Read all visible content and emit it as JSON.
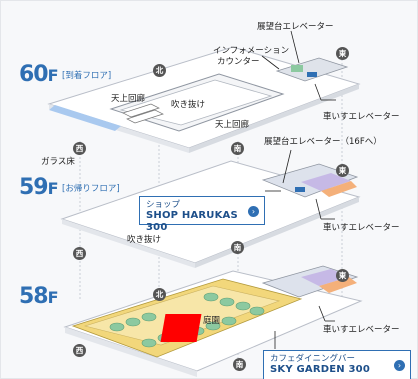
{
  "floors": {
    "f60": {
      "number": "60",
      "unit": "F",
      "subtitle": "[到着フロア]"
    },
    "f59": {
      "number": "59",
      "unit": "F",
      "subtitle": "[お帰りフロア]"
    },
    "f58": {
      "number": "58",
      "unit": "F",
      "subtitle": ""
    }
  },
  "labels": {
    "obs_elevator_60": "展望台エレベーター",
    "info_counter_line1": "インフォメーション",
    "info_counter_line2": "カウンター",
    "skywalk_60": "天上回廊",
    "atrium_60": "吹き抜け",
    "skywalk_60b": "天上回廊",
    "glass_floor": "ガラス床",
    "wheelchair_60": "車いすエレベーター",
    "obs_elevator_59": "展望台エレベーター（16Fへ）",
    "wheelchair_59": "車いすエレベーター",
    "atrium_59": "吹き抜け",
    "garden_58": "庭園",
    "wheelchair_58": "車いすエレベーター"
  },
  "callouts": {
    "shop": {
      "line1": "ショップ",
      "line2": "SHOP HARUKAS 300",
      "arrow": "›"
    },
    "cafe": {
      "line1": "カフェダイニングバー",
      "line2": "SKY GARDEN 300",
      "arrow": "›"
    }
  },
  "compass": {
    "north": "北",
    "south": "南",
    "east": "東",
    "west": "西"
  },
  "colors": {
    "accent": "#2f6fb3",
    "floor_fill": "#ffffff",
    "floor_edge": "#b9bec8",
    "water_blue": "#a9c9ef",
    "garden_yellow": "#f2d77b",
    "garden_green": "#8cc9a0",
    "marker_red": "#ff0000"
  }
}
